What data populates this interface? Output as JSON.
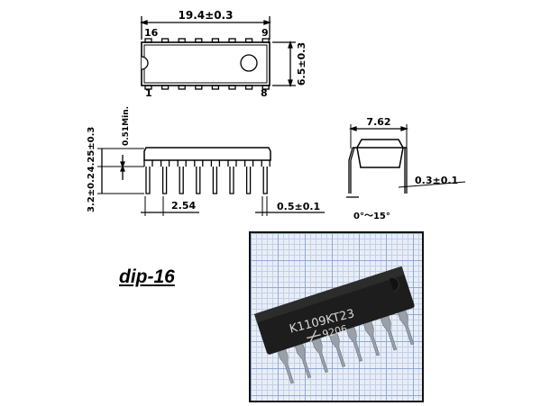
{
  "top_view": {
    "length_dim": "19.4±0.3",
    "width_dim": "6.5±0.3",
    "pin_16": "16",
    "pin_9": "9",
    "pin_1": "1",
    "pin_8": "8"
  },
  "side_view": {
    "min_dim": "0.51Min.",
    "height_dim": "4.25±0.3",
    "lead_dim": "3.2±0.2",
    "pitch_dim": "2.54",
    "lead_width_dim": "0.5±0.1"
  },
  "end_view": {
    "row_spacing_dim": "7.62",
    "lead_thickness_dim": "0.3±0.1",
    "angle_dim": "0°～15°"
  },
  "package_label": "dip-16",
  "photo": {
    "marking_line1": "K1109KT23",
    "marking_line2": "9206"
  }
}
